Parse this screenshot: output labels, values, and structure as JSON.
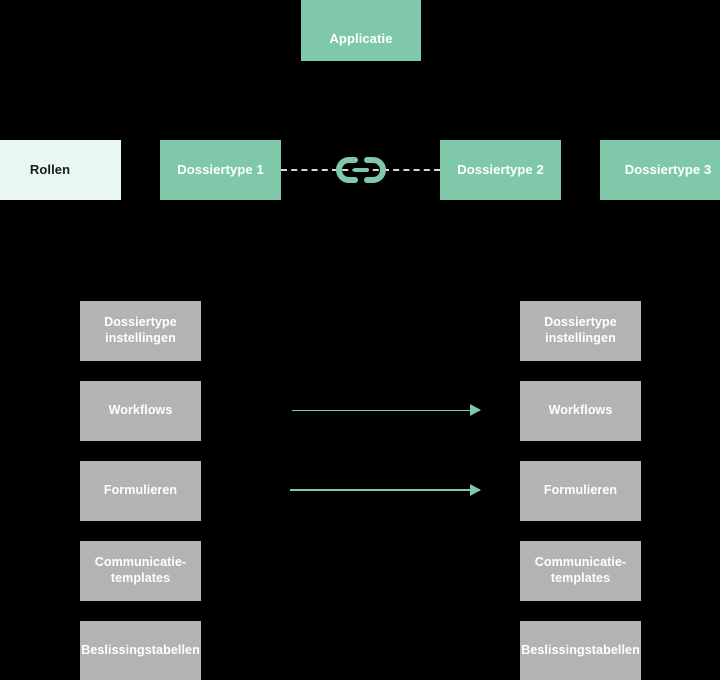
{
  "diagram": {
    "background_color": "#000000",
    "accent_color": "#7fc8a9",
    "gray_color": "#b3b3b3",
    "pale_color": "#e8f7ef",
    "application": {
      "label": "Applicatie"
    },
    "top_row": [
      {
        "id": "rollen",
        "label": "Rollen",
        "style": "pale"
      },
      {
        "id": "dossiertype-1",
        "label": "Dossiertype 1",
        "style": "green"
      },
      {
        "id": "dossiertype-2",
        "label": "Dossiertype 2",
        "style": "green"
      },
      {
        "id": "dossiertype-3",
        "label": "Dossiertype 3",
        "style": "green"
      }
    ],
    "link": {
      "icon": "chain-link-icon",
      "line_style": "dashed"
    },
    "left_column": [
      {
        "id": "dossiertype-instellingen",
        "label": "Dossiertype\ninstellingen"
      },
      {
        "id": "workflows",
        "label": "Workflows"
      },
      {
        "id": "formulieren",
        "label": "Formulieren"
      },
      {
        "id": "communicatie-templates",
        "label": "Communicatie-\ntemplates"
      },
      {
        "id": "beslissingstabellen",
        "label": "Beslissingstabellen"
      }
    ],
    "right_column": [
      {
        "id": "dossiertype-instellingen",
        "label": "Dossiertype\ninstellingen"
      },
      {
        "id": "workflows",
        "label": "Workflows"
      },
      {
        "id": "formulieren",
        "label": "Formulieren"
      },
      {
        "id": "communicatie-templates",
        "label": "Communicatie-\ntemplates"
      },
      {
        "id": "beslissingstabellen",
        "label": "Beslissingstabellen"
      }
    ],
    "arrows": [
      {
        "id": "arrow-workflows",
        "from": "workflows-left",
        "to": "workflows-right",
        "direction": "right"
      },
      {
        "id": "arrow-formulieren",
        "from": "formulieren-left",
        "to": "formulieren-right",
        "direction": "right"
      }
    ]
  }
}
